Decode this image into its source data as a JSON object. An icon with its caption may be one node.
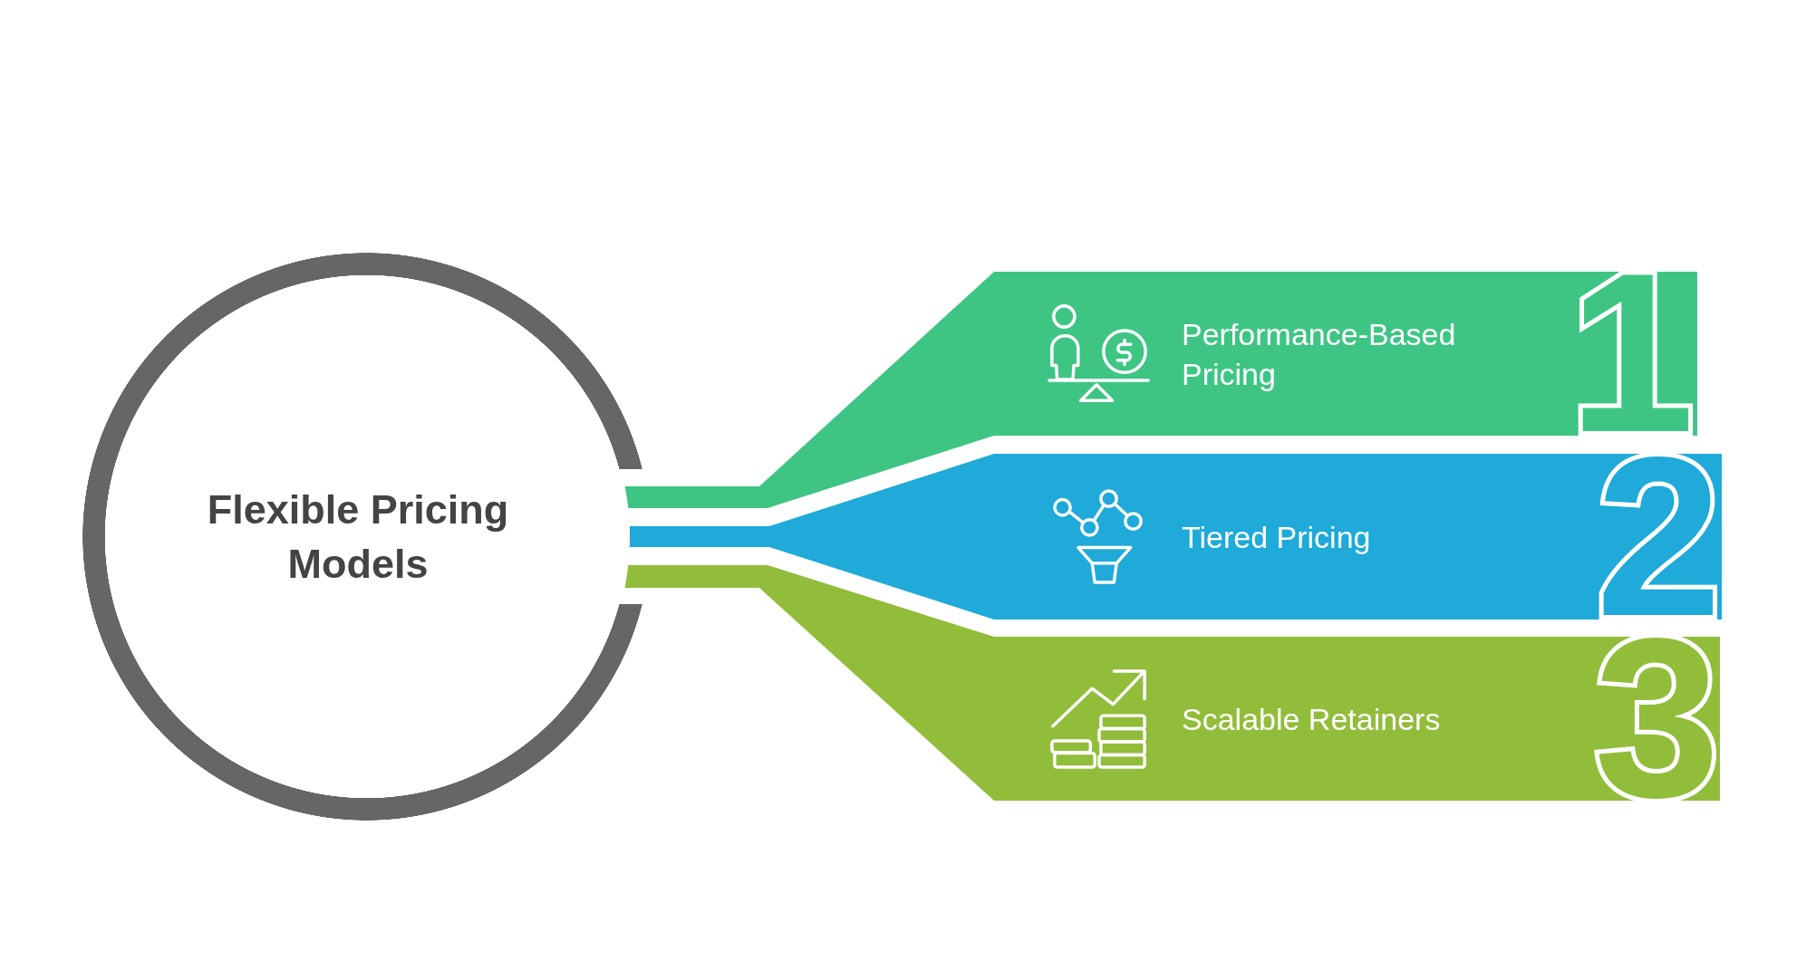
{
  "diagram": {
    "nodes": [
      {
        "text": [
          "Flexible Pricing Models"
        ]
      },
      {
        "text": [
          "Performance-Based Pricing",
          "1"
        ]
      },
      {
        "text": [
          "Tiered Pricing",
          "2"
        ]
      },
      {
        "text": [
          "Scalable Retainers",
          "3"
        ]
      }
    ],
    "edges": [
      {
        "from": 0,
        "to": 1,
        "arrow": "none",
        "color": "#3ec584"
      },
      {
        "from": 0,
        "to": 2,
        "arrow": "none",
        "color": "#1faad9"
      },
      {
        "from": 0,
        "to": 3,
        "arrow": "none",
        "color": "#92bd3a"
      }
    ]
  }
}
